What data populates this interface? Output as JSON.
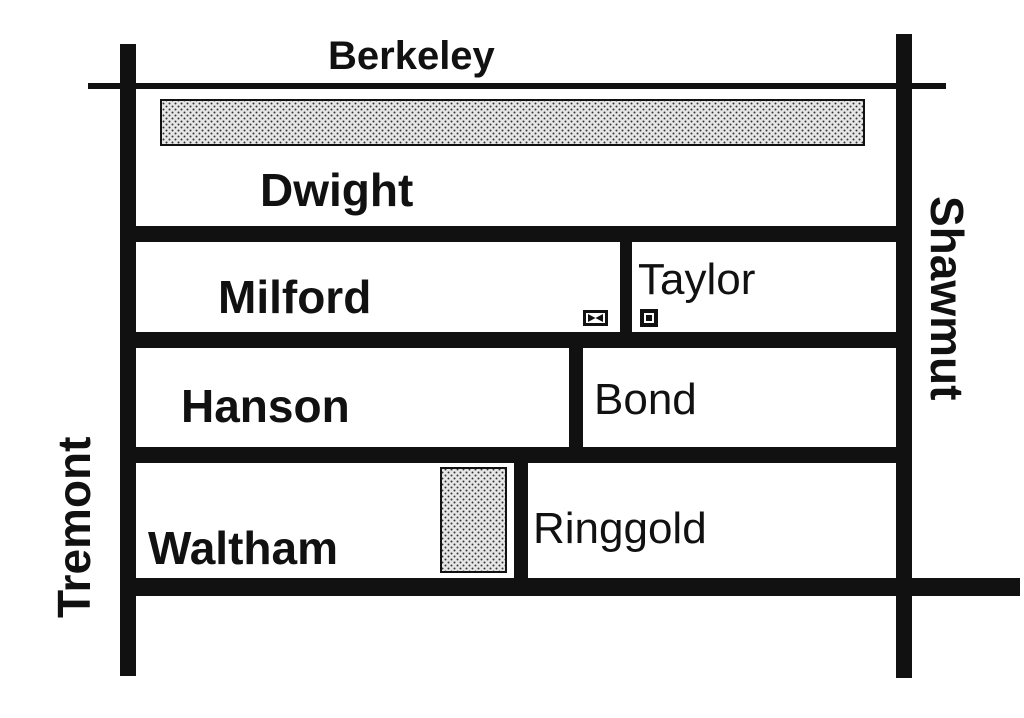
{
  "map": {
    "colors": {
      "road": "#111111",
      "background": "#ffffff",
      "shaded_fill": "#d9d9d9",
      "shaded_dots": "#333333"
    },
    "streets": {
      "berkeley": "Berkeley",
      "dwight": "Dwight",
      "milford": "Milford",
      "taylor": "Taylor",
      "hanson": "Hanson",
      "bond": "Bond",
      "waltham": "Waltham",
      "ringgold": "Ringgold",
      "tremont": "Tremont",
      "shawmut": "Shawmut"
    },
    "markers": {
      "marker_1_icon": "bowtie-marker-icon",
      "marker_2_icon": "small-square-marker-icon"
    }
  }
}
